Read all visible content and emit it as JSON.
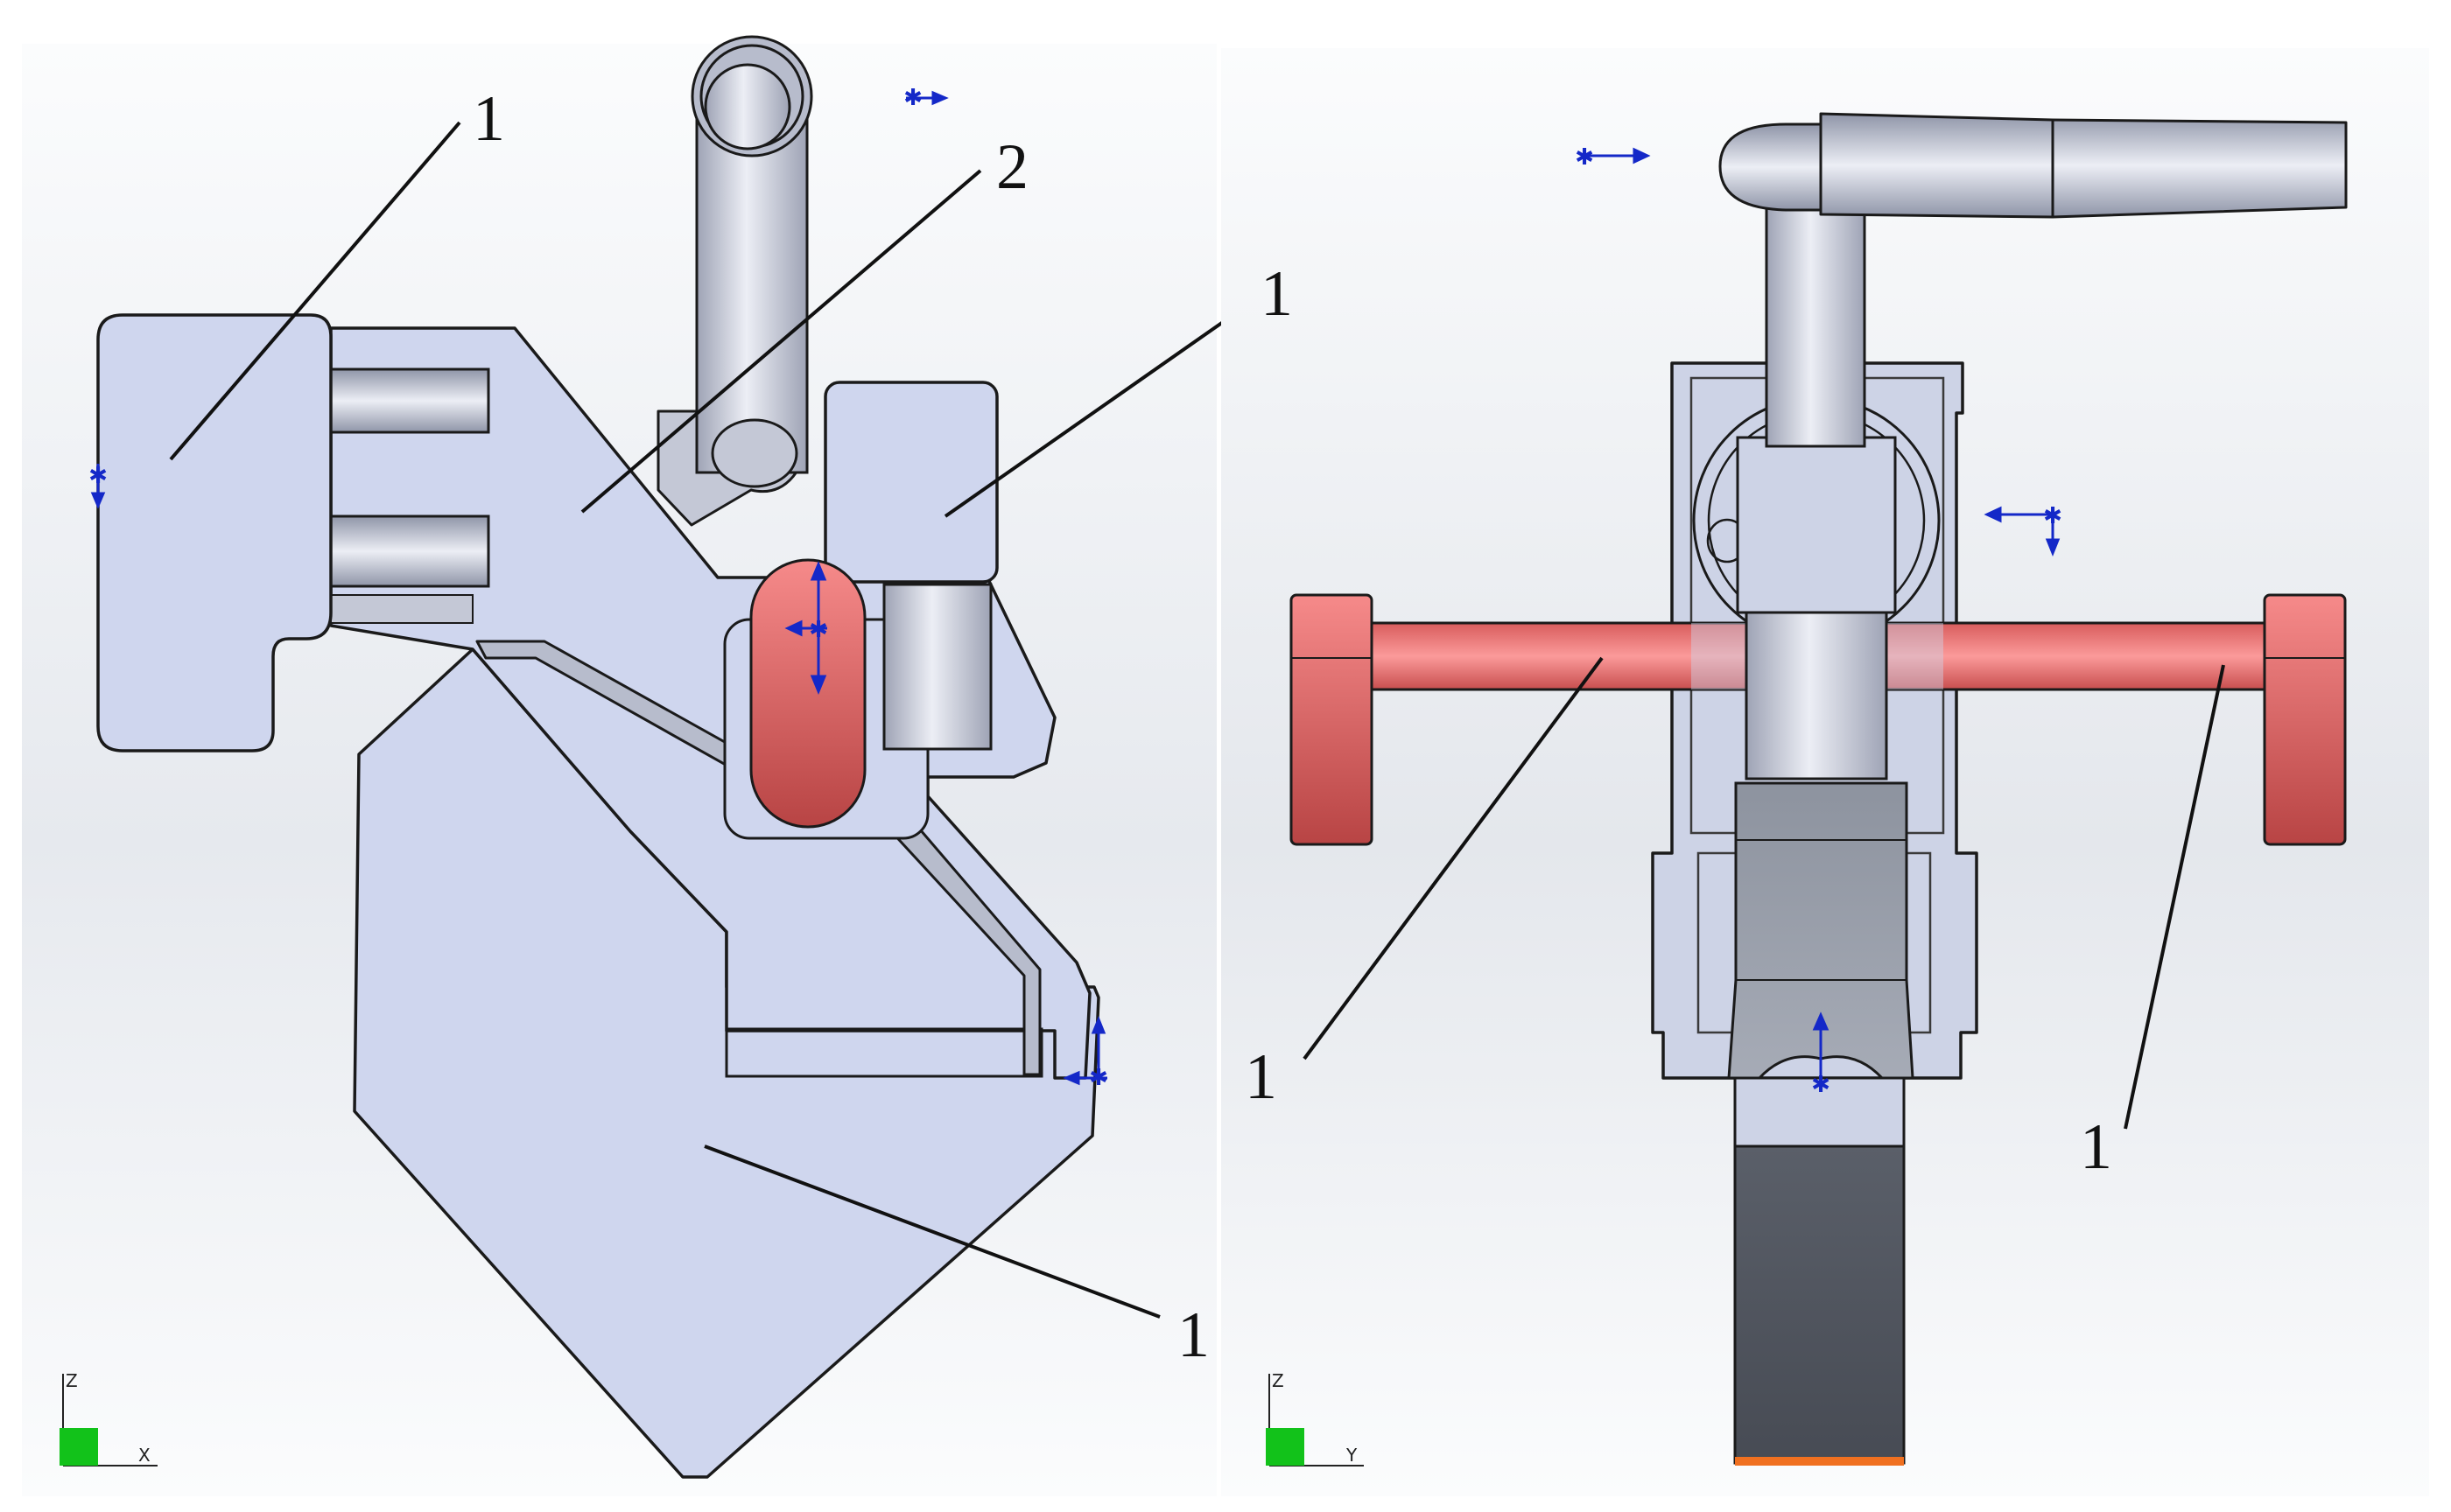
{
  "left_view": {
    "callouts": [
      {
        "id": "tl",
        "text": "1"
      },
      {
        "id": "tm",
        "text": "2"
      },
      {
        "id": "tr",
        "text": "1"
      },
      {
        "id": "br",
        "text": "1"
      }
    ],
    "triad": {
      "vertical": "Z",
      "horizontal": "X"
    }
  },
  "right_view": {
    "callouts": [
      {
        "id": "bl",
        "text": "1"
      },
      {
        "id": "br",
        "text": "1"
      }
    ],
    "triad": {
      "vertical": "Z",
      "horizontal": "Y"
    }
  },
  "colors": {
    "part": "#cfd6ee",
    "tube": "#b9bdcc",
    "highlight": "#f07b7b",
    "steel": "#4e535c",
    "edge": "#1a1a1a",
    "arrow": "#1428c8",
    "triad_box": "#12c21a",
    "bottom_strip": "#f07020"
  }
}
